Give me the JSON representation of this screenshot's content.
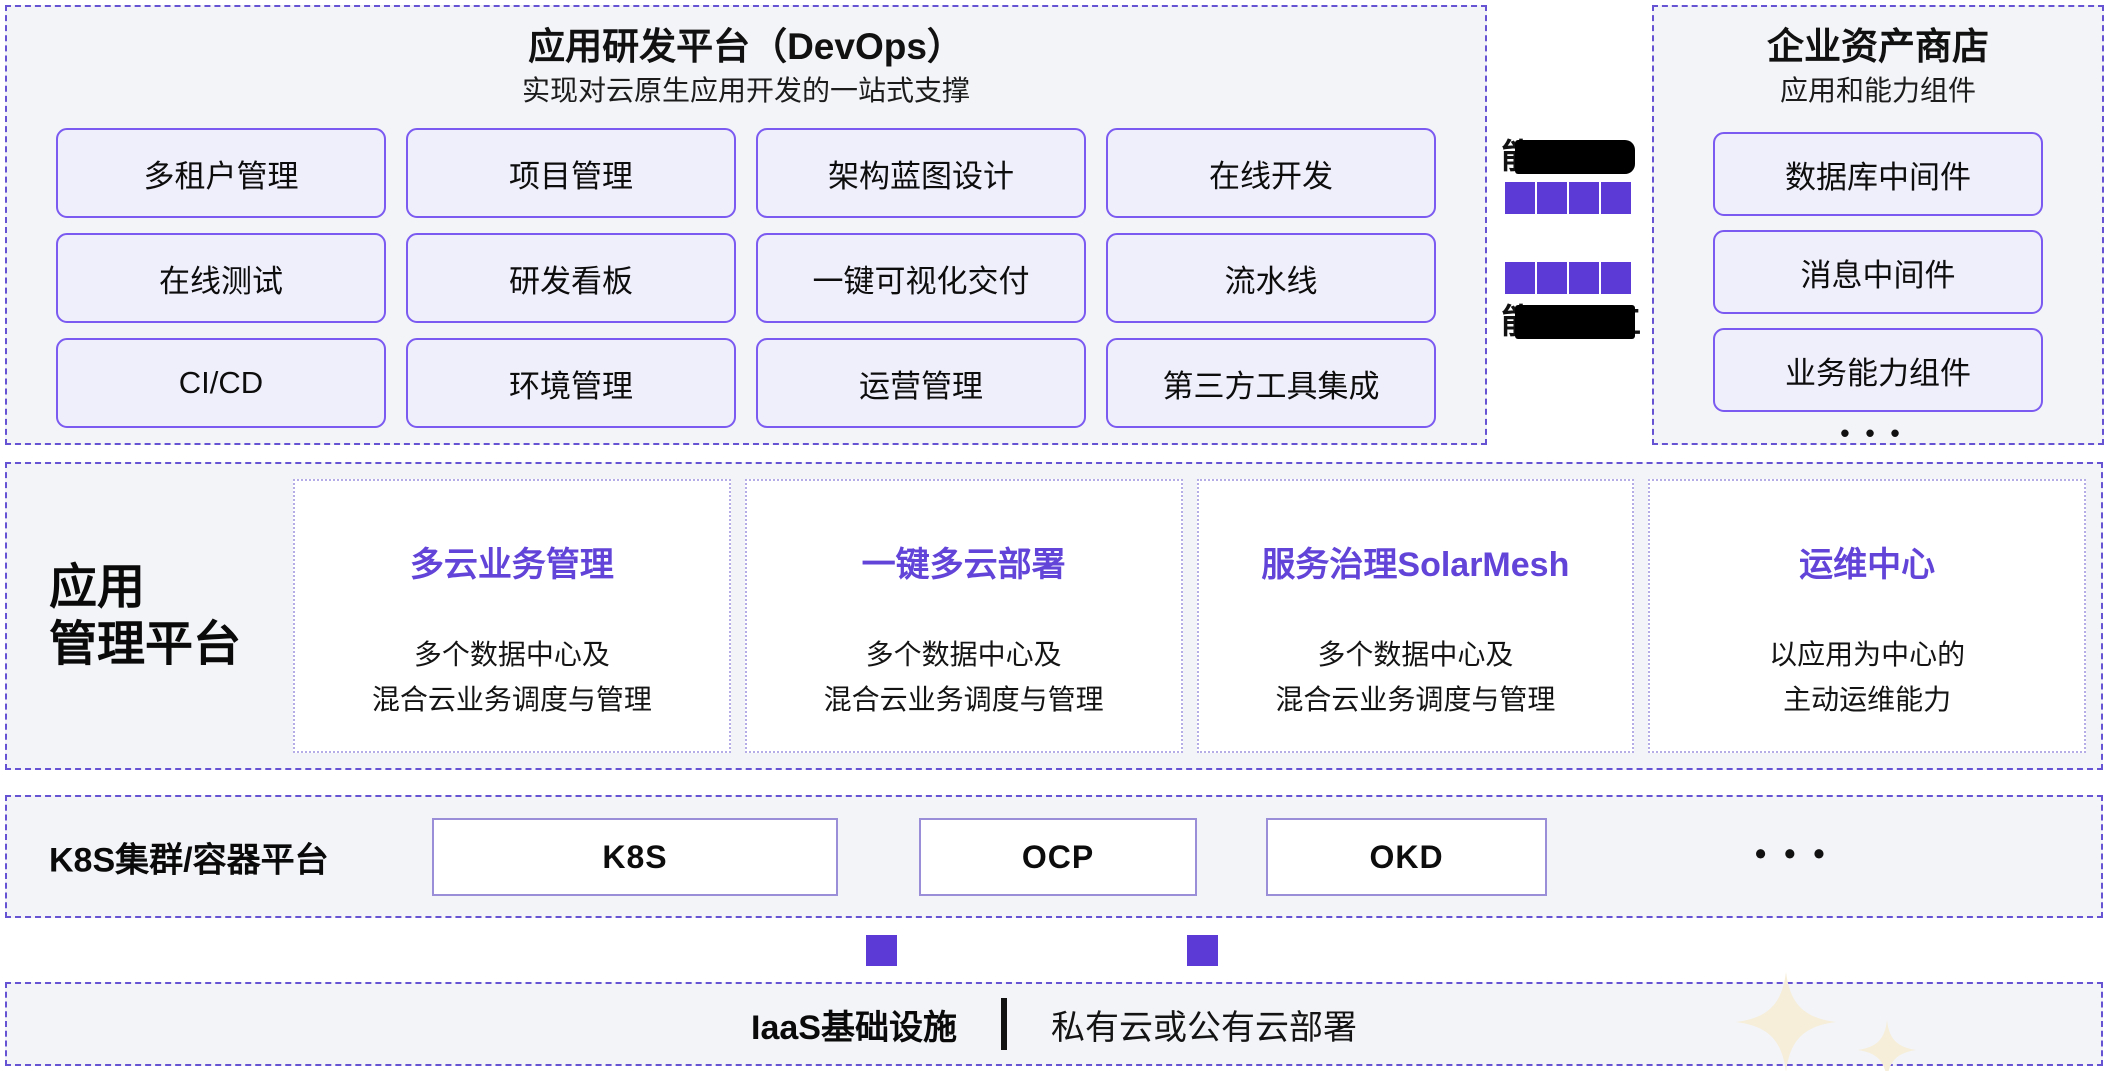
{
  "devops_platform": {
    "title": "应用研发平台（DevOps）",
    "subtitle": "实现对云原生应用开发的一站式支撑",
    "modules": [
      "多租户管理",
      "项目管理",
      "架构蓝图设计",
      "在线开发",
      "在线测试",
      "研发看板",
      "一键可视化交付",
      "流水线",
      "CI/CD",
      "环境管理",
      "运营管理",
      "第三方工具集成"
    ]
  },
  "connector": {
    "redacted_top_visible_char": "能",
    "redacted_bottom_visible_char": "能",
    "redacted_bottom_right_fragment": "工",
    "squares_per_row": 4
  },
  "asset_store": {
    "title": "企业资产商店",
    "subtitle": "应用和能力组件",
    "items": [
      "数据库中间件",
      "消息中间件",
      "业务能力组件"
    ],
    "more": "•••"
  },
  "app_mgmt": {
    "label_line1": "应用",
    "label_line2": "管理平台",
    "cards": [
      {
        "title": "多云业务管理",
        "desc_line1": "多个数据中心及",
        "desc_line2": "混合云业务调度与管理"
      },
      {
        "title": "一键多云部署",
        "desc_line1": "多个数据中心及",
        "desc_line2": "混合云业务调度与管理"
      },
      {
        "title": "服务治理SolarMesh",
        "desc_line1": "多个数据中心及",
        "desc_line2": "混合云业务调度与管理"
      },
      {
        "title": "运维中心",
        "desc_line1": "以应用为中心的",
        "desc_line2": "主动运维能力"
      }
    ]
  },
  "k8s_band": {
    "label": "K8S集群/容器平台",
    "boxes": [
      "K8S",
      "OCP",
      "OKD"
    ],
    "more": "•••"
  },
  "iaas_band": {
    "label": "IaaS基础设施",
    "desc": "私有云或公有云部署"
  },
  "colors": {
    "panel_bg": "#f3f4f8",
    "dashed_border": "#6553d4",
    "chip_border": "#7a5af0",
    "chip_bg": "#efeefb",
    "accent_purple": "#6244d9",
    "square_purple": "#5b3ad6",
    "k8s_box_border": "#9a8ed8",
    "sparkle": "#f6eed8"
  }
}
